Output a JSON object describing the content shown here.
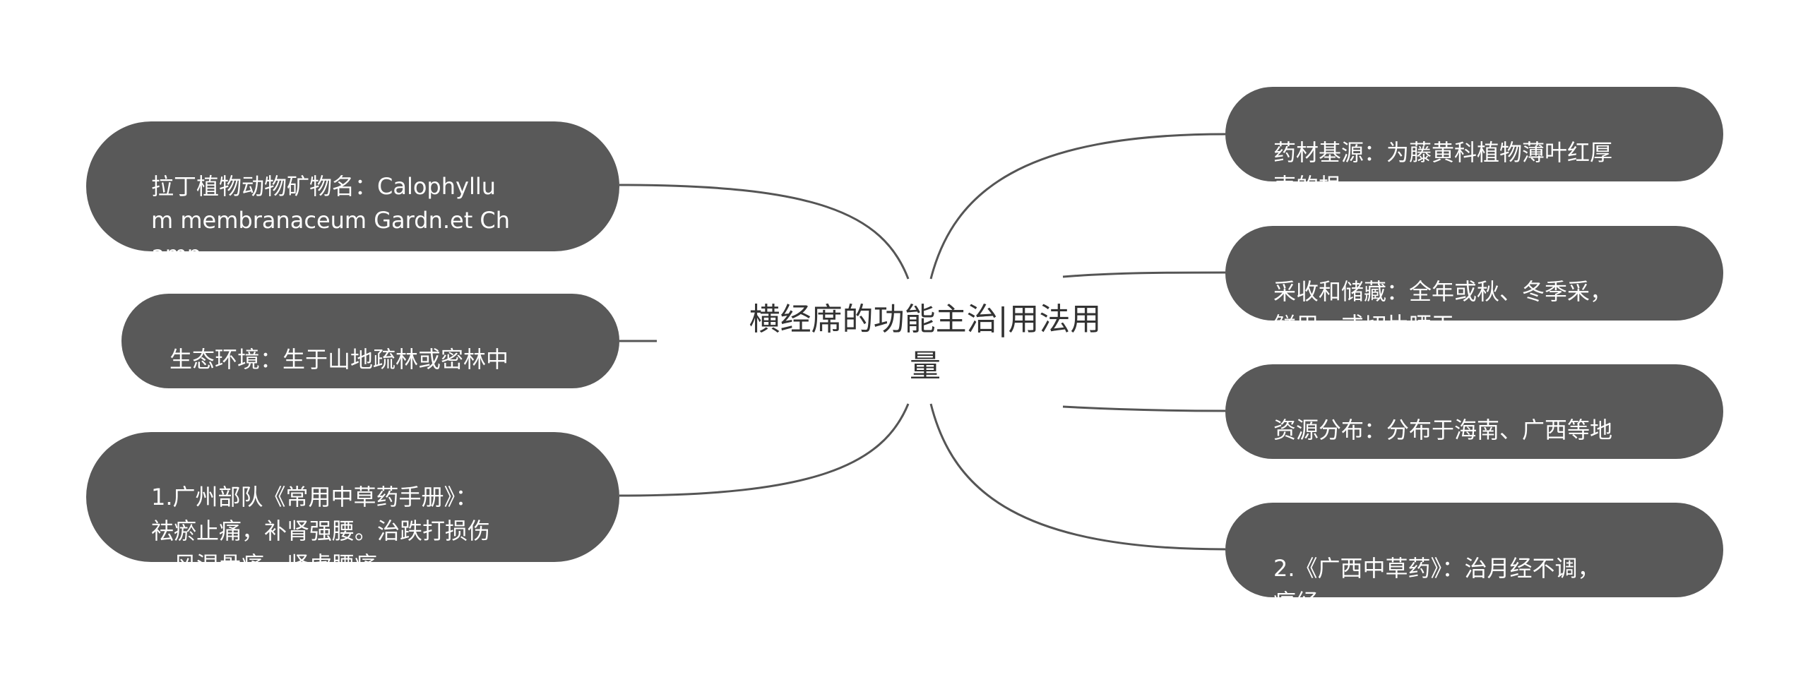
{
  "center": {
    "title": "横经席的功能主治|用法用\n量"
  },
  "left_nodes": [
    {
      "text": "拉丁植物动物矿物名：Calophyllu\nm membranaceum Gardn.et Ch\namp."
    },
    {
      "text": "生态环境：生于山地疏林或密林中\n。"
    },
    {
      "text": "1.广州部队《常用中草药手册》：\n祛瘀止痛，补肾强腰。治跌打损伤\n，风湿骨痛，肾虚腰痛。"
    }
  ],
  "right_nodes": [
    {
      "text": "药材基源：为藤黄科植物薄叶红厚\n壳的根。"
    },
    {
      "text": "采收和储藏：全年或秋、冬季采，\n鲜用，或切片晒干。"
    },
    {
      "text": "资源分布：分布于海南、广西等地\n。"
    },
    {
      "text": "2.《广西中草药》：治月经不调，\n痛经。"
    }
  ],
  "colors": {
    "node_fill": "#595959",
    "node_text": "#ffffff",
    "connector": "#555555",
    "center_text": "#333333",
    "background": "#ffffff"
  }
}
